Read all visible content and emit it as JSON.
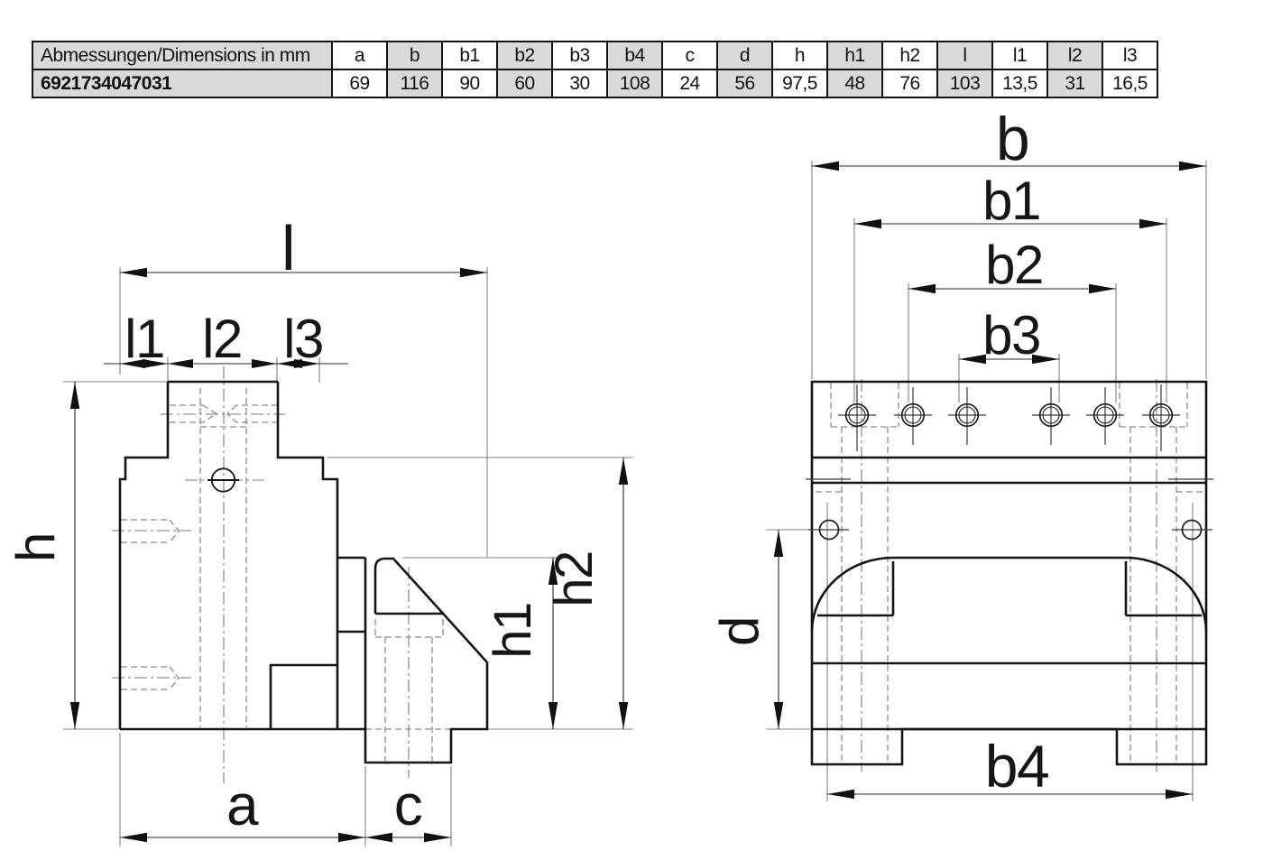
{
  "table": {
    "header_label": "Abmessungen/Dimensions in mm",
    "row_label": "6921734047031",
    "columns": [
      {
        "key": "a",
        "value": "69"
      },
      {
        "key": "b",
        "value": "116"
      },
      {
        "key": "b1",
        "value": "90"
      },
      {
        "key": "b2",
        "value": "60"
      },
      {
        "key": "b3",
        "value": "30"
      },
      {
        "key": "b4",
        "value": "108"
      },
      {
        "key": "c",
        "value": "24"
      },
      {
        "key": "d",
        "value": "56"
      },
      {
        "key": "h",
        "value": "97,5"
      },
      {
        "key": "h1",
        "value": "48"
      },
      {
        "key": "h2",
        "value": "76"
      },
      {
        "key": "l",
        "value": "103"
      },
      {
        "key": "l1",
        "value": "13,5"
      },
      {
        "key": "l2",
        "value": "31"
      },
      {
        "key": "l3",
        "value": "16,5"
      }
    ]
  },
  "side_view": {
    "labels": {
      "l": "l",
      "l1": "l1",
      "l2": "l2",
      "l3": "l3",
      "h": "h",
      "h1": "h1",
      "h2": "h2",
      "a": "a",
      "c": "c"
    }
  },
  "front_view": {
    "labels": {
      "b": "b",
      "b1": "b1",
      "b2": "b2",
      "b3": "b3",
      "b4": "b4",
      "d": "d"
    }
  },
  "colors": {
    "cell_shade": "#d9d9d9",
    "line": "#141414",
    "background": "#ffffff"
  }
}
